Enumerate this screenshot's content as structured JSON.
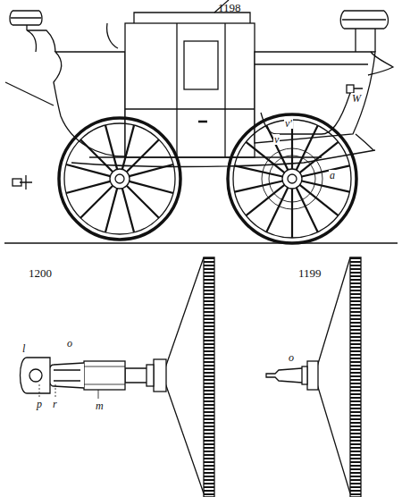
{
  "diagram": {
    "labels": [
      "1198",
      "W",
      "v'",
      "v",
      "a",
      "1200",
      "1199",
      "l",
      "o",
      "p",
      "r",
      "m",
      "o"
    ]
  }
}
